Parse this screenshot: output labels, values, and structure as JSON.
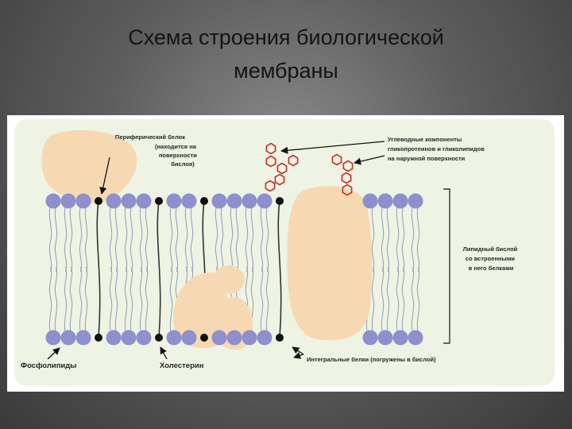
{
  "title": {
    "line1": "Схема строения биологической",
    "line2": "мембраны"
  },
  "labels": {
    "peripheral": [
      "Периферический белок",
      "(находится на",
      "поверхности",
      "бислоя)"
    ],
    "carbohydrate": [
      "Углеводные компоненты",
      "гликопротеинов и гликолипидов",
      "на наружной поверхности"
    ],
    "bilayer": [
      "Липидный бислой",
      "со встроенными",
      "в него белками"
    ],
    "phospholipids": "Фосфолипиды",
    "cholesterol": "Холестерин",
    "integral": "Интегральные белки (погружены в бислой)"
  },
  "colors": {
    "background": "#eef3e3",
    "head": "#8e8fcc",
    "cholesterol": "#111111",
    "tail": "#9aa4b8",
    "protein": "#f6d9b3",
    "carbohydrate": "#c92a22",
    "arrow": "#111111"
  }
}
